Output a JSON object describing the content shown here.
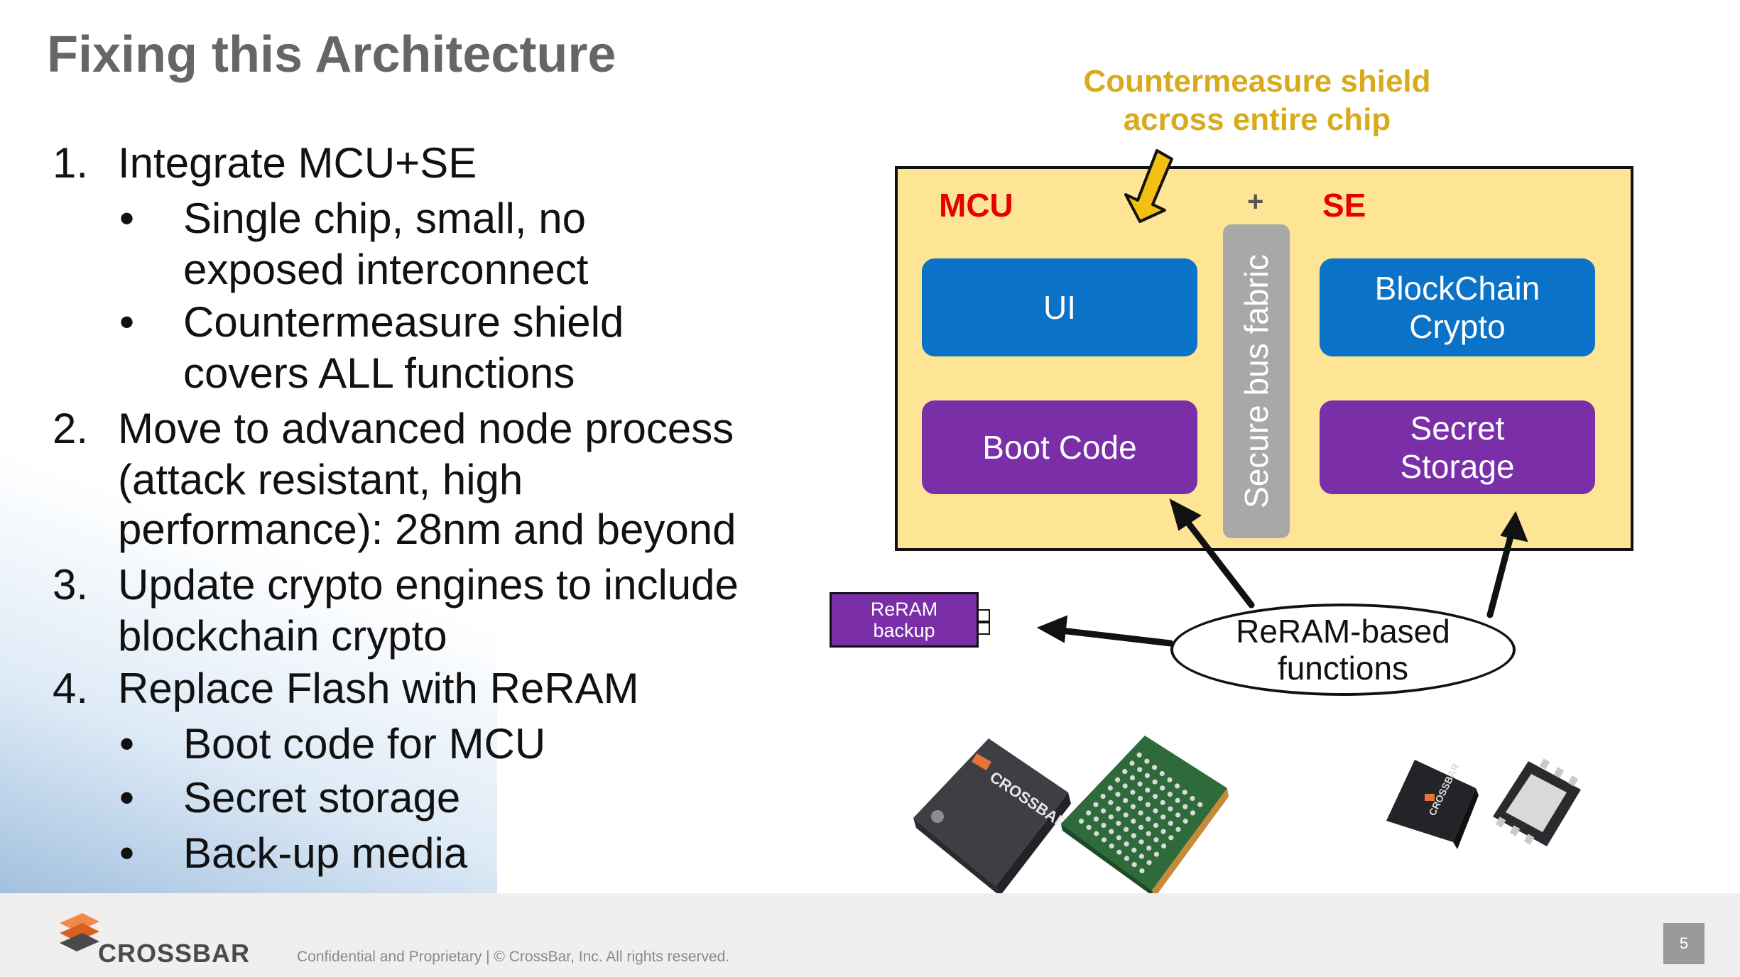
{
  "slide": {
    "title": "Fixing this Architecture",
    "list": [
      {
        "num": "1.",
        "text": "Integrate MCU+SE"
      },
      {
        "bullet": "•",
        "lines": [
          "Single chip, small, no",
          "exposed interconnect"
        ]
      },
      {
        "bullet": "•",
        "lines": [
          "Countermeasure shield",
          "covers ALL functions"
        ]
      },
      {
        "num": "2.",
        "lines": [
          "Move to advanced node process",
          "(attack resistant, high",
          "performance): 28nm and beyond"
        ]
      },
      {
        "num": "3.",
        "lines": [
          "Update crypto engines to include",
          "blockchain crypto"
        ]
      },
      {
        "num": "4.",
        "text": "Replace Flash with ReRAM"
      },
      {
        "bullet": "•",
        "text": "Boot code for MCU"
      },
      {
        "bullet": "•",
        "text": "Secret storage"
      },
      {
        "bullet": "•",
        "text": "Back-up media"
      }
    ]
  },
  "diagram": {
    "annotation": [
      "Countermeasure shield",
      "across entire chip"
    ],
    "mcu_label": "MCU",
    "plus": "+",
    "se_label": "SE",
    "bus_label": "Secure bus fabric",
    "blocks": {
      "ui": "UI",
      "blockchain": [
        "BlockChain",
        "Crypto"
      ],
      "boot": "Boot Code",
      "secret": [
        "Secret",
        "Storage"
      ]
    },
    "reram_backup": [
      "ReRAM",
      "backup"
    ],
    "reram_functions": [
      "ReRAM-based",
      "functions"
    ],
    "chip_marking": "CROSSBAR",
    "colors": {
      "chip": "#FDE595",
      "blue": "#0A72C7",
      "purple": "#7A2FA8",
      "red": "#E60000",
      "gold": "#D8AB1C"
    }
  },
  "footer": {
    "logo": "CROSSBAR",
    "confidential": "Confidential and Proprietary  |  © CrossBar, Inc. All rights reserved.",
    "page": "5"
  }
}
